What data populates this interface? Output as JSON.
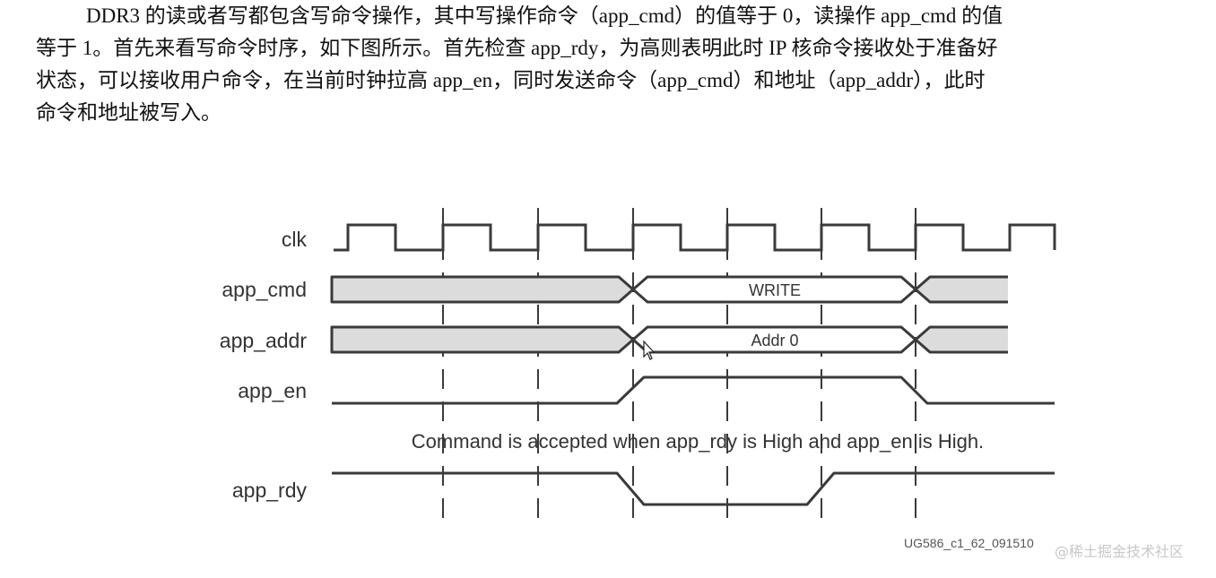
{
  "paragraph": {
    "line1": "DDR3 的读或者写都包含写命令操作，其中写操作命令（app_cmd）的值等于 0，读操作 app_cmd 的值",
    "line2": "等于 1。首先来看写命令时序，如下图所示。首先检查 app_rdy，为高则表明此时 IP 核命令接收处于准备好",
    "line3": "状态，可以接收用户命令，在当前时钟拉高 app_en，同时发送命令（app_cmd）和地址（app_addr），此时",
    "line4": "命令和地址被写入。"
  },
  "diagram": {
    "signals": {
      "clk": "clk",
      "app_cmd": "app_cmd",
      "app_addr": "app_addr",
      "app_en": "app_en",
      "app_rdy": "app_rdy"
    },
    "cmd_value": "WRITE",
    "addr_value": "Addr 0",
    "note": "Command is accepted when app_rdy is High and app_en is High.",
    "figure_id": "UG586_c1_62_091510"
  },
  "watermark": "@稀土掘金技术社区",
  "colors": {
    "bus_fill": "#dcdcdc",
    "line": "#3a3a3a",
    "text": "#111111"
  }
}
